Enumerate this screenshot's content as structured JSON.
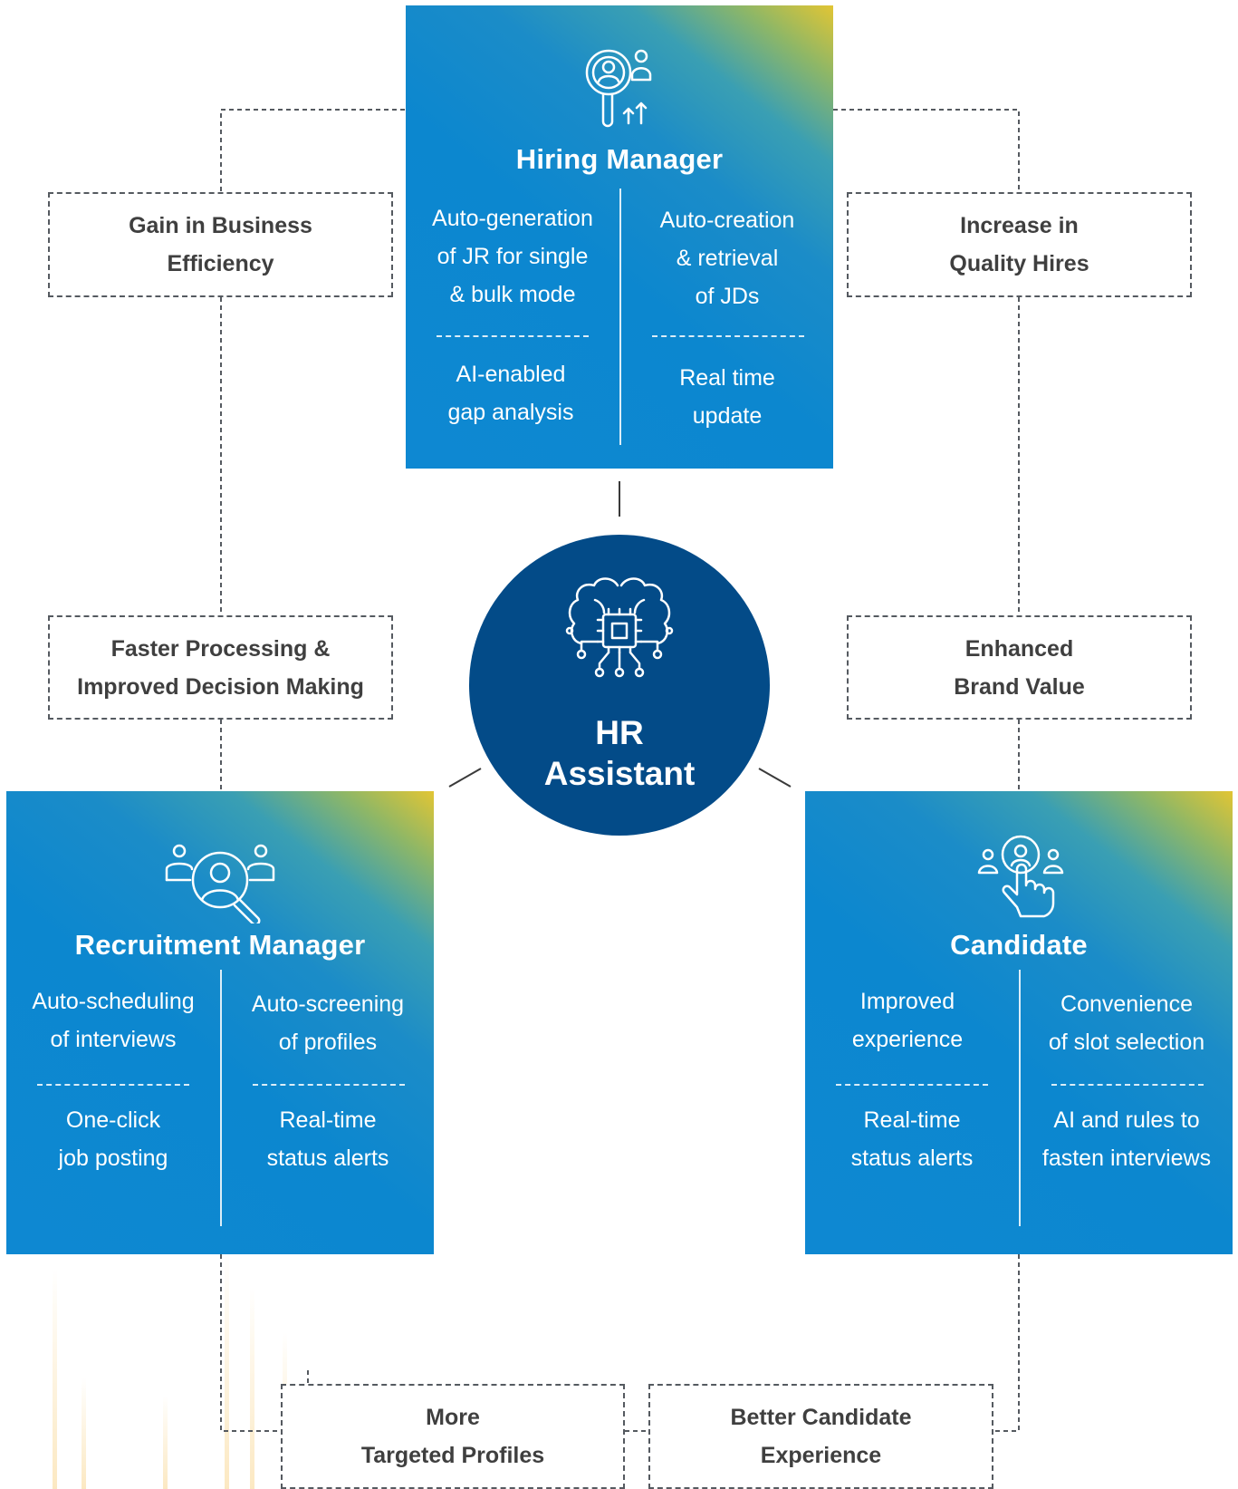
{
  "hub": {
    "title": "HR\nAssistant",
    "icon": "ai-brain-chip-icon",
    "color": "#034b88"
  },
  "roles": [
    {
      "id": "hiring-manager",
      "title": "Hiring Manager",
      "icon": "candidate-search-growth-icon",
      "items": [
        "Auto-generation\nof JR for single\n& bulk mode",
        "Auto-creation\n& retrieval\nof JDs",
        "AI-enabled\ngap analysis",
        "Real time\nupdate"
      ]
    },
    {
      "id": "recruitment-manager",
      "title": "Recruitment Manager",
      "icon": "people-search-icon",
      "items": [
        "Auto-scheduling\nof interviews",
        "Auto-screening\nof profiles",
        "One-click\njob posting",
        "Real-time\nstatus alerts"
      ]
    },
    {
      "id": "candidate",
      "title": "Candidate",
      "icon": "hand-select-person-icon",
      "items": [
        "Improved\nexperience",
        "Convenience\nof slot selection",
        "Real-time\nstatus alerts",
        "AI and rules to\nfasten interviews"
      ]
    }
  ],
  "outcomes": [
    "Gain in Business\nEfficiency",
    "Increase in\nQuality Hires",
    "Faster Processing &\nImproved Decision Making",
    "Enhanced\nBrand Value",
    "More\nTargeted Profiles",
    "Better Candidate\nExperience"
  ],
  "colors": {
    "box_blue": "#0c87cf",
    "box_accent_yellow": "#e2c534",
    "outcome_border": "#555a60",
    "outcome_text": "#3f3f3f"
  }
}
